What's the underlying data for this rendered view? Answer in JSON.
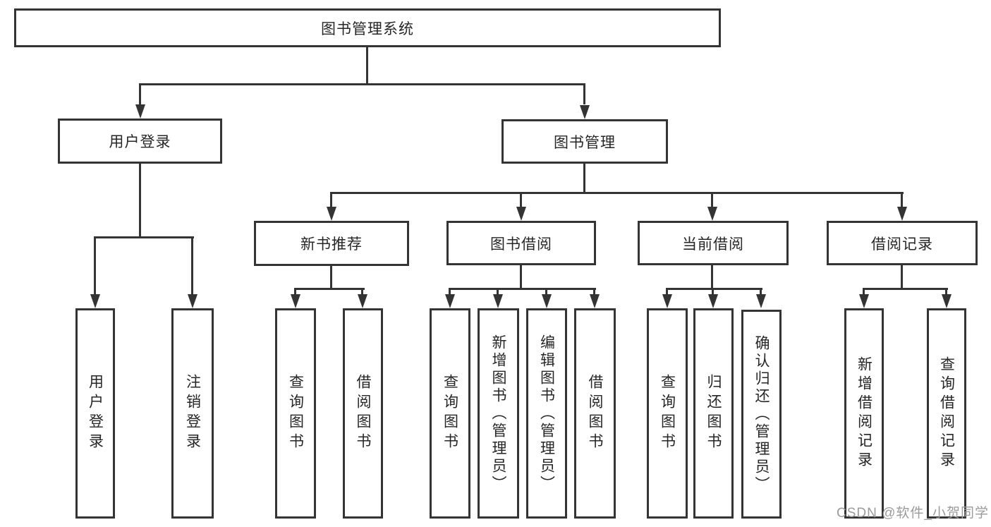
{
  "diagram": {
    "type": "hierarchy-tree",
    "nodes": {
      "root": "图书管理系统",
      "level1": [
        {
          "label": "用户登录"
        },
        {
          "label": "图书管理"
        }
      ],
      "level2": [
        {
          "label": "新书推荐",
          "parent": "图书管理"
        },
        {
          "label": "图书借阅",
          "parent": "图书管理"
        },
        {
          "label": "当前借阅",
          "parent": "图书管理"
        },
        {
          "label": "借阅记录",
          "parent": "图书管理"
        }
      ],
      "leaves": [
        {
          "label": "用户登录",
          "parent": "用户登录"
        },
        {
          "label": "注销登录",
          "parent": "用户登录"
        },
        {
          "label": "查询图书",
          "parent": "新书推荐"
        },
        {
          "label": "借阅图书",
          "parent": "新书推荐"
        },
        {
          "label": "查询图书",
          "parent": "图书借阅"
        },
        {
          "label": "新增图书（管理员）",
          "parent": "图书借阅"
        },
        {
          "label": "编辑图书（管理员）",
          "parent": "图书借阅"
        },
        {
          "label": "借阅图书",
          "parent": "图书借阅"
        },
        {
          "label": "查询图书",
          "parent": "当前借阅"
        },
        {
          "label": "归还图书",
          "parent": "当前借阅"
        },
        {
          "label": "确认归还（管理员）",
          "parent": "当前借阅"
        },
        {
          "label": "新增借阅记录",
          "parent": "借阅记录"
        },
        {
          "label": "查询借阅记录",
          "parent": "借阅记录"
        }
      ]
    },
    "colors": {
      "line": "#343434",
      "text": "#262626",
      "background": "#ffffff",
      "watermark": "#9b9b9b"
    }
  },
  "watermark": {
    "text": "CSDN @软件_小贺同学"
  }
}
